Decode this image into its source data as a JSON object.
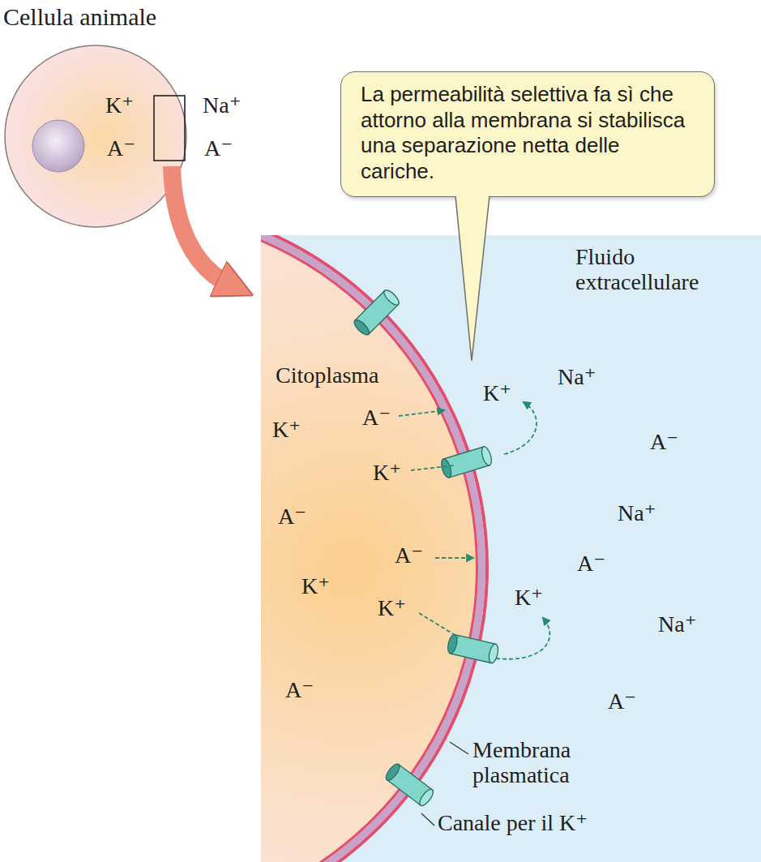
{
  "diagram": {
    "nodes": [
      {
        "text": [
          "La permeabilità selettiva fa sì che attorno alla membrana si stabilisca una separazione netta delle cariche."
        ]
      }
    ],
    "labels": [
      "Cellula animale",
      "K⁺",
      "A⁻",
      "Na⁺",
      "A⁻",
      "Fluido extracellulare",
      "Citoplasma",
      "K⁺",
      "A⁻",
      "K⁺",
      "A⁻",
      "A⁻",
      "K⁺",
      "K⁺",
      "A⁻",
      "K⁺",
      "Na⁺",
      "A⁻",
      "Na⁺",
      "A⁻",
      "K⁺",
      "Na⁺",
      "A⁻",
      "Membrana plasmatica",
      "Canale per il K⁺"
    ]
  }
}
